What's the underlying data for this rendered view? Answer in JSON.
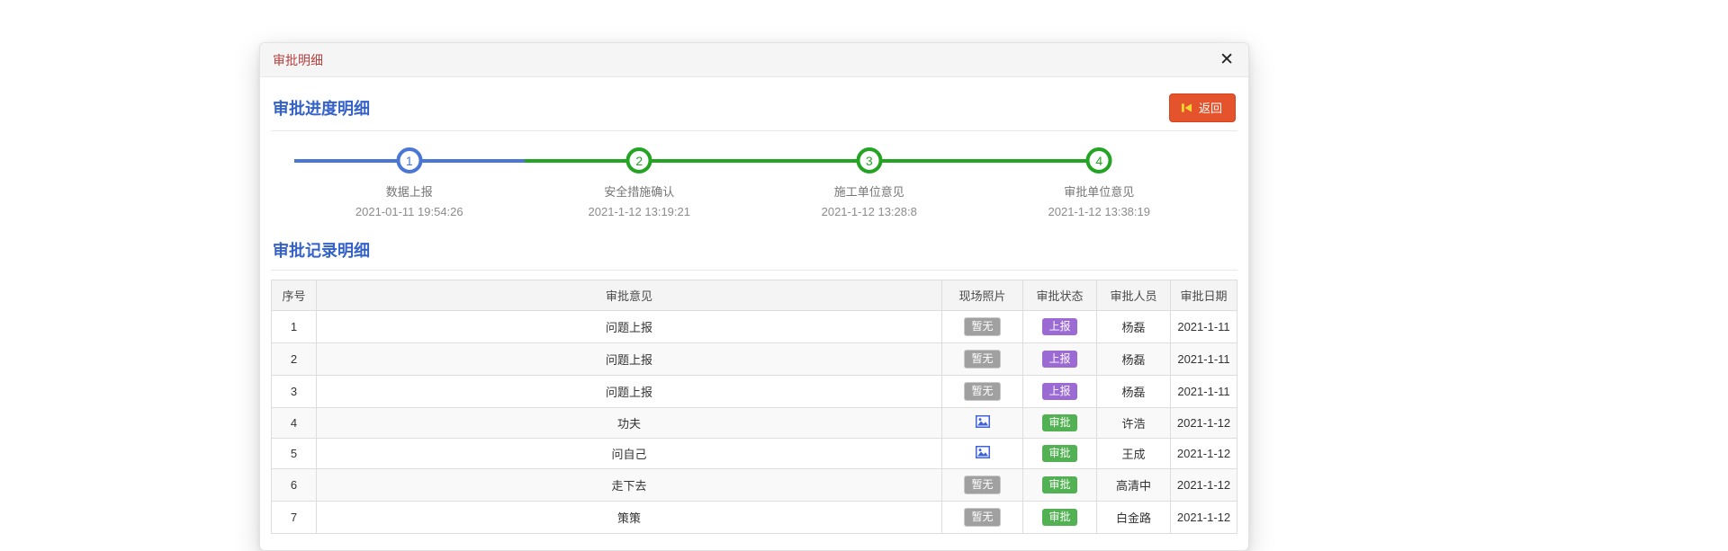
{
  "modal": {
    "title": "审批明细",
    "close_glyph": "✕"
  },
  "progress_section": {
    "heading": "审批进度明细",
    "back_button_label": "返回",
    "steps": [
      {
        "num": "1",
        "label": "数据上报",
        "time": "2021-01-11 19:54:26",
        "state": "blue"
      },
      {
        "num": "2",
        "label": "安全措施确认",
        "time": "2021-1-12 13:19:21",
        "state": "green"
      },
      {
        "num": "3",
        "label": "施工单位意见",
        "time": "2021-1-12 13:28:8",
        "state": "green"
      },
      {
        "num": "4",
        "label": "审批单位意见",
        "time": "2021-1-12 13:38:19",
        "state": "green"
      }
    ]
  },
  "records_section": {
    "heading": "审批记录明细",
    "table": {
      "headers": [
        "序号",
        "审批意见",
        "现场照片",
        "审批状态",
        "审批人员",
        "审批日期"
      ],
      "rows": [
        {
          "no": "1",
          "opinion": "问题上报",
          "photo": "暂无",
          "photo_type": "none",
          "status": "上报",
          "status_type": "report",
          "person": "杨磊",
          "date": "2021-1-11"
        },
        {
          "no": "2",
          "opinion": "问题上报",
          "photo": "暂无",
          "photo_type": "none",
          "status": "上报",
          "status_type": "report",
          "person": "杨磊",
          "date": "2021-1-11"
        },
        {
          "no": "3",
          "opinion": "问题上报",
          "photo": "暂无",
          "photo_type": "none",
          "status": "上报",
          "status_type": "report",
          "person": "杨磊",
          "date": "2021-1-11"
        },
        {
          "no": "4",
          "opinion": "功夫",
          "photo": "",
          "photo_type": "image",
          "status": "审批",
          "status_type": "approve",
          "person": "许浩",
          "date": "2021-1-12"
        },
        {
          "no": "5",
          "opinion": "问自己",
          "photo": "",
          "photo_type": "image",
          "status": "审批",
          "status_type": "approve",
          "person": "王成",
          "date": "2021-1-12"
        },
        {
          "no": "6",
          "opinion": "走下去",
          "photo": "暂无",
          "photo_type": "none",
          "status": "审批",
          "status_type": "approve",
          "person": "高清中",
          "date": "2021-1-12"
        },
        {
          "no": "7",
          "opinion": "策策",
          "photo": "暂无",
          "photo_type": "none",
          "status": "审批",
          "status_type": "approve",
          "person": "白金路",
          "date": "2021-1-12"
        }
      ]
    }
  },
  "colors": {
    "title_red": "#b9403e",
    "heading_blue": "#3462c9",
    "step_blue": "#4a77d6",
    "step_green": "#23a523",
    "back_button_orange": "#e4532c",
    "back_icon_yellow": "#f7d731",
    "badge_gray": "#a0a0a0",
    "badge_purple": "#9b6ad3",
    "badge_green": "#52b152",
    "photo_icon_blue": "#3f62d8"
  }
}
